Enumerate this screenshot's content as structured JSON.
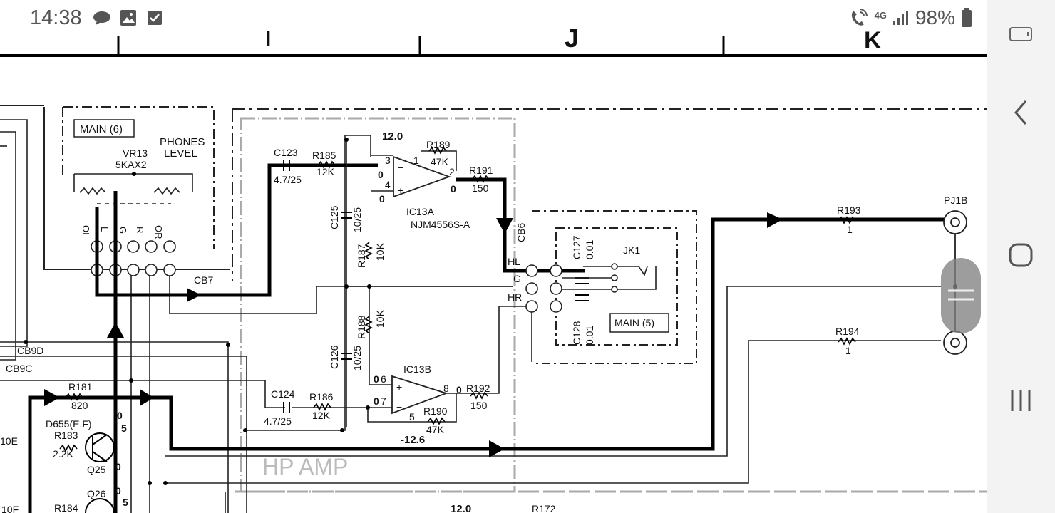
{
  "status_bar": {
    "time": "14:38",
    "left_icons": [
      "chat-bubble-icon",
      "gallery-icon",
      "checkbox-icon"
    ],
    "network": "4G",
    "battery": "98%"
  },
  "schematic": {
    "column_labels": [
      "I",
      "J",
      "K"
    ],
    "main6_label": "MAIN (6)",
    "main5_label": "MAIN (5)",
    "phones_level_1": "PHONES",
    "phones_level_2": "LEVEL",
    "vr13": "VR13",
    "vr13_part": "5KAX2",
    "pins": [
      "OL",
      "L",
      "G",
      "R",
      "OR"
    ],
    "cb7": "CB7",
    "cb9d": "CB9D",
    "cb9c": "CB9C",
    "c123": "C123",
    "c123_val": "4.7/25",
    "r185": "R185",
    "r185_val": "12K",
    "c125": "C125",
    "c125_val": "10/25",
    "r187": "R187",
    "r187_val": "10K",
    "r188": "R188",
    "r188_val": "10K",
    "c126": "C126",
    "c126_val": "10/25",
    "v_pos": "12.0",
    "v_neg": "-12.6",
    "r189": "R189",
    "r189_val": "47K",
    "r191": "R191",
    "r191_val": "150",
    "ic13a": "IC13A",
    "ic13a_part": "NJM4556S-A",
    "ic13b": "IC13B",
    "r190": "R190",
    "r190_val": "47K",
    "r192": "R192",
    "r192_val": "150",
    "c124": "C124",
    "c124_val": "4.7/25",
    "r186": "R186",
    "r186_val": "12K",
    "cb6": "CB6",
    "hl": "HL",
    "g": "G",
    "hr": "HR",
    "c127": "C127",
    "c127_val": "0.01",
    "c128": "C128",
    "c128_val": "0.01",
    "jk1": "JK1",
    "r193": "R193",
    "r193_val": "1",
    "r194": "R194",
    "r194_val": "1",
    "pj1b": "PJ1B",
    "r181": "R181",
    "r181_val": "820",
    "d655": "D655(E.F)",
    "r183": "R183",
    "r183_val": "2.2K",
    "q25": "Q25",
    "q26": "Q26",
    "r184": "R184",
    "e10e": "10E",
    "e10f": "10F",
    "hp_amp": "HP AMP",
    "v_bottom": "12.0",
    "r172": "R172",
    "pin_3": "3",
    "pin_1": "1",
    "pin_2": "2",
    "pin_4": "4",
    "pin_6": "6",
    "pin_7": "7",
    "pin_8": "8",
    "pin_5": "5",
    "v0": "0",
    "v5": "5"
  },
  "nav_bar": {
    "buttons": [
      "rotate-screen-icon",
      "back-icon",
      "home-icon",
      "recents-icon"
    ]
  }
}
